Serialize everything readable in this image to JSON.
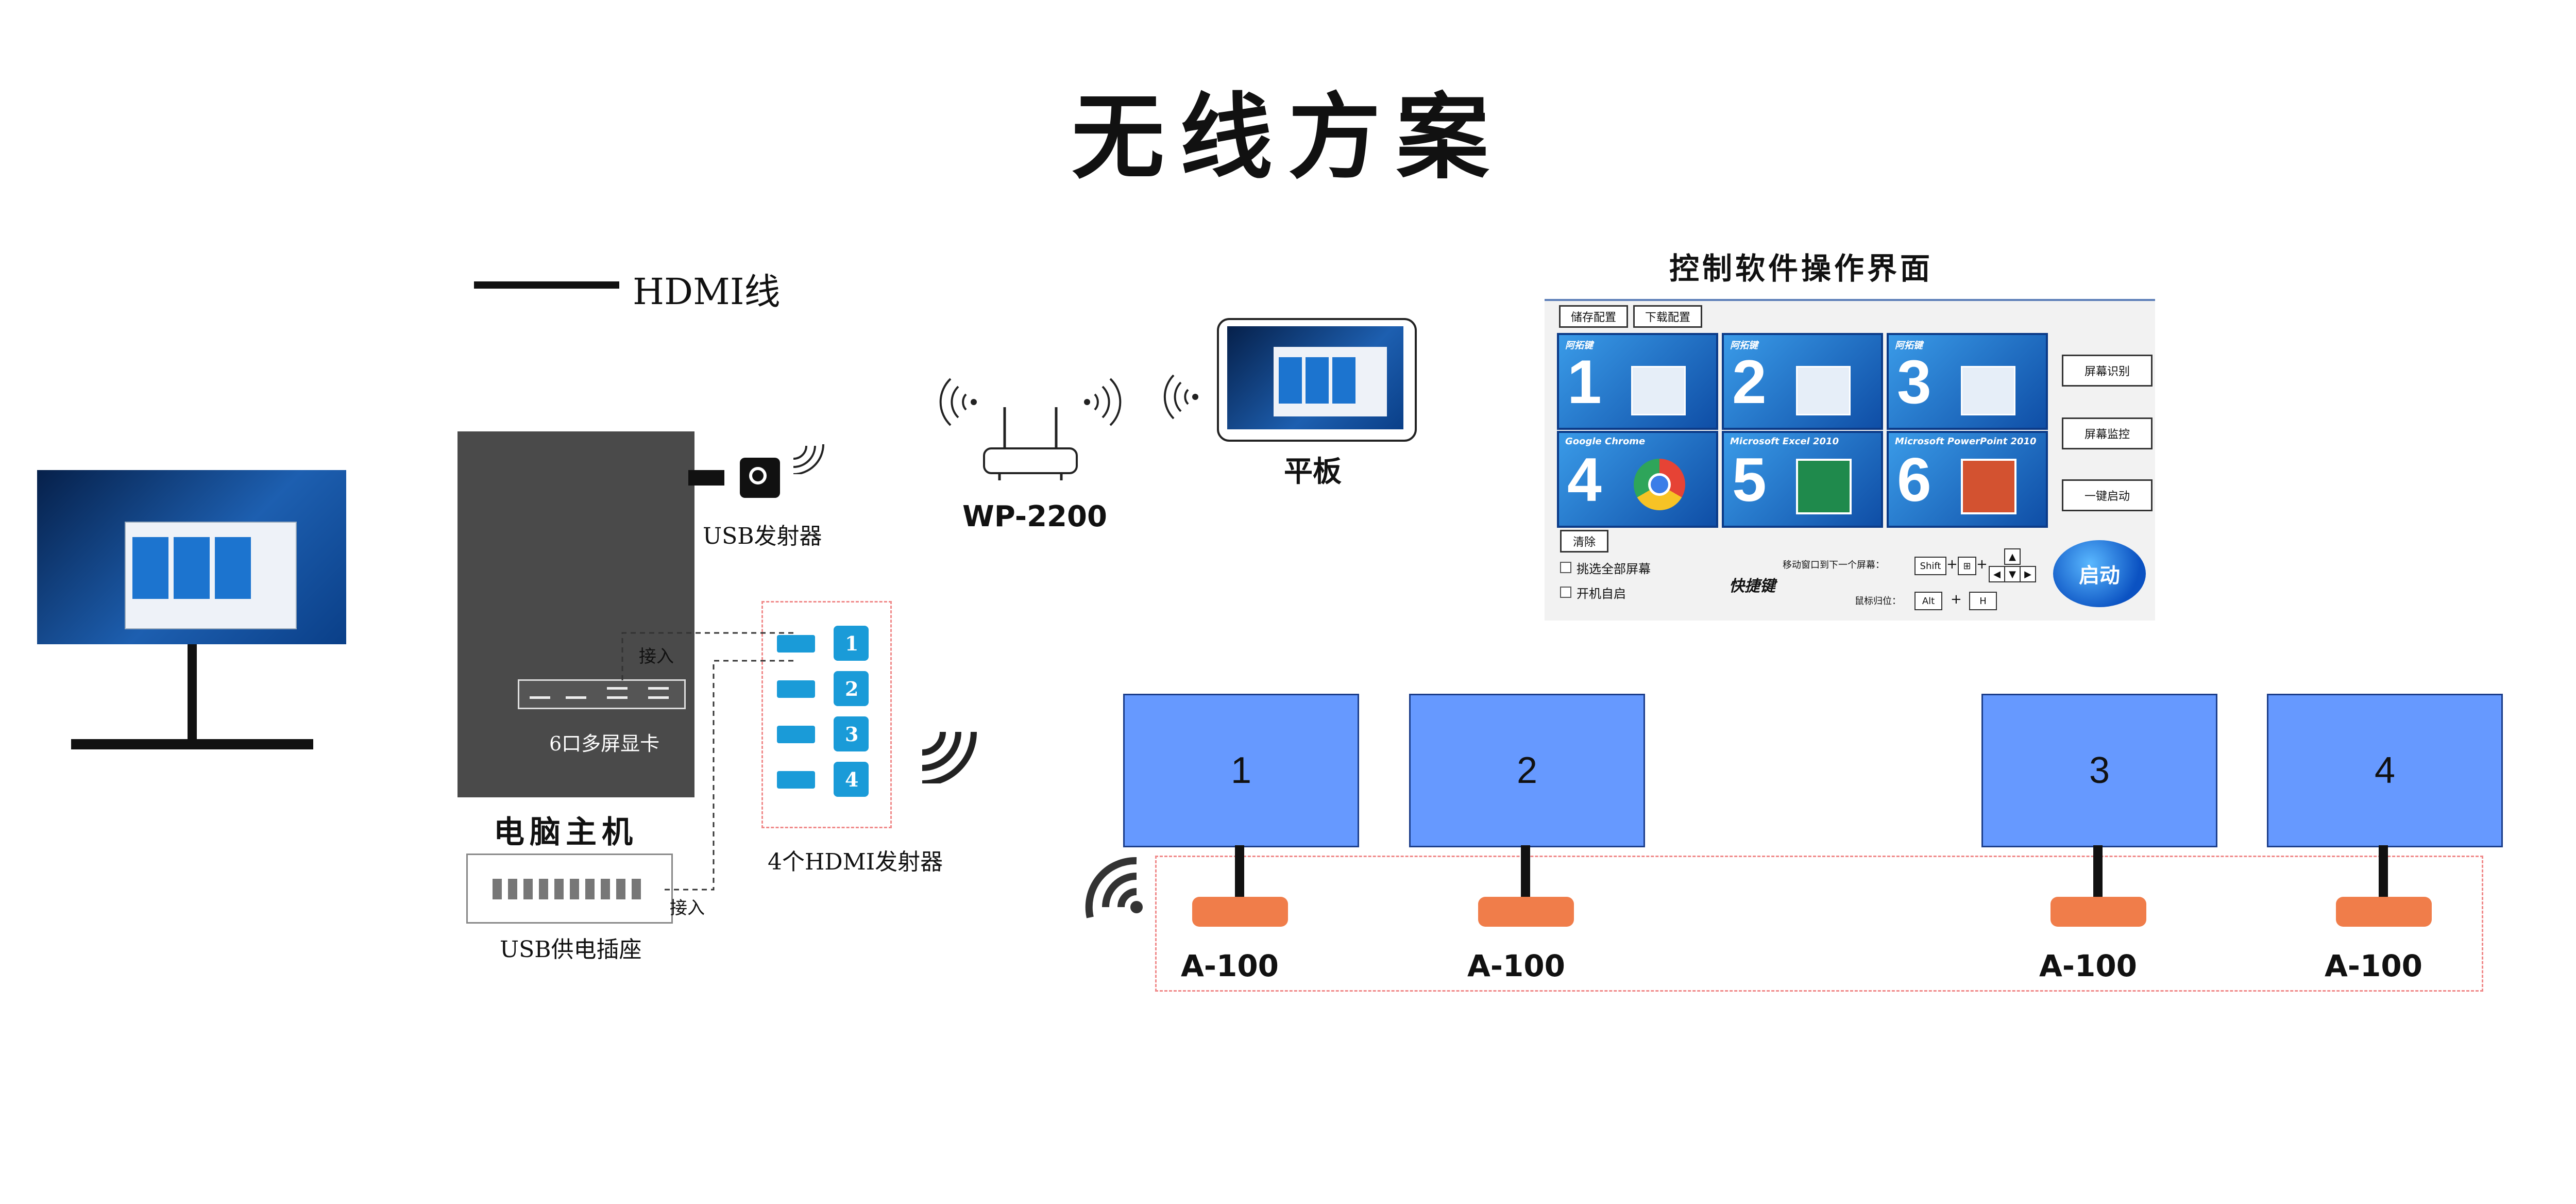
{
  "title": "无线方案",
  "legend": {
    "hdmi_line_label": "HDMI线"
  },
  "devices": {
    "pc_label": "电脑主机",
    "usb_transmitter": "USB发射器",
    "graphics_card": "6口多屏显卡",
    "usb_socket": "USB供电插座",
    "plug_in_1": "接入",
    "plug_in_2": "接入",
    "hdmi_transmitters": "4个HDMI发射器",
    "router": "WP-2200",
    "tablet": "平板"
  },
  "hdmi_ports": [
    "1",
    "2",
    "3",
    "4"
  ],
  "receivers": [
    {
      "screen": "1",
      "label": "A-100"
    },
    {
      "screen": "2",
      "label": "A-100"
    },
    {
      "screen": "3",
      "label": "A-100"
    },
    {
      "screen": "4",
      "label": "A-100"
    }
  ],
  "control_panel": {
    "heading": "控制软件操作界面",
    "save_config": "储存配置",
    "load_config": "下载配置",
    "tiles": [
      {
        "name": "阿拓键",
        "num": "1"
      },
      {
        "name": "阿拓键",
        "num": "2"
      },
      {
        "name": "阿拓键",
        "num": "3"
      },
      {
        "name": "Google Chrome",
        "num": "4"
      },
      {
        "name": "Microsoft Excel 2010",
        "num": "5"
      },
      {
        "name": "Microsoft PowerPoint 2010",
        "num": "6"
      }
    ],
    "side_buttons": [
      "屏幕识别",
      "屏幕监控",
      "一键启动"
    ],
    "clear": "清除",
    "check_all_screens": "挑选全部屏幕",
    "auto_start": "开机自启",
    "hotkey_label": "快捷键",
    "move_window": "移动窗口到下一个屏幕：",
    "mouse_home": "鼠标归位：",
    "keys": {
      "shift": "Shift",
      "alt": "Alt",
      "h": "H",
      "plus": "+"
    },
    "start": "启动"
  }
}
